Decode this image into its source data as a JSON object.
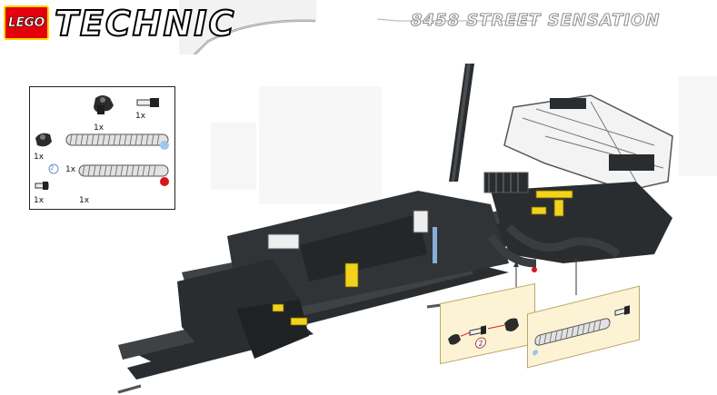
{
  "header": {
    "brand_logo_text": "LEGO",
    "product_line": "TECHNIC",
    "set_title": "8458 STREET SENSATION"
  },
  "parts_list": {
    "items": [
      {
        "icon": "pin-connector-icon",
        "qty": "1x"
      },
      {
        "icon": "axle-pin-icon",
        "qty": "1x"
      },
      {
        "icon": "round-connector-icon",
        "qty": "1x"
      },
      {
        "icon": "spring-light-icon",
        "qty": "1x",
        "color": "#9cc6ea"
      },
      {
        "icon": "spring-red-icon",
        "qty": "1x",
        "color": "#d9151c"
      },
      {
        "icon": "small-pin-icon",
        "qty": "1x"
      }
    ],
    "sub_step_number": "2"
  },
  "callouts": {
    "left": {
      "step_number": "2"
    }
  },
  "colors": {
    "brand_red": "#e3000b",
    "brand_yellow": "#ffd500",
    "model_dark": "#2a2d2f",
    "model_yellow": "#f2d21c",
    "callout_bg": "#fbf3d3"
  }
}
